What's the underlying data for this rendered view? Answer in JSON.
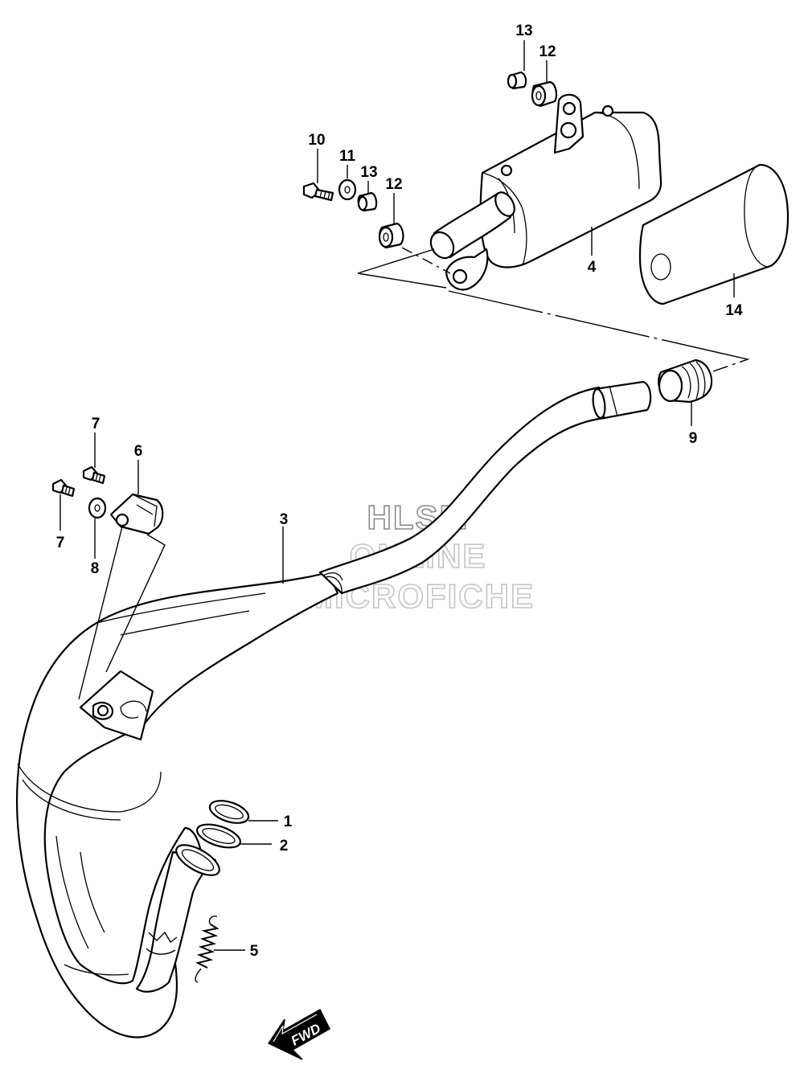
{
  "diagram": {
    "callouts": {
      "c1": "1",
      "c2": "2",
      "c3": "3",
      "c4": "4",
      "c5": "5",
      "c6": "6",
      "c7a": "7",
      "c7b": "7",
      "c8": "8",
      "c9": "9",
      "c10": "10",
      "c11": "11",
      "c12a": "12",
      "c12b": "12",
      "c13a": "13",
      "c13b": "13",
      "c14": "14"
    },
    "watermark": {
      "line1": "HLSM",
      "line2": "ONLINE",
      "line3": "MICROFICHE"
    },
    "direction_arrow": {
      "label": "FWD"
    }
  }
}
